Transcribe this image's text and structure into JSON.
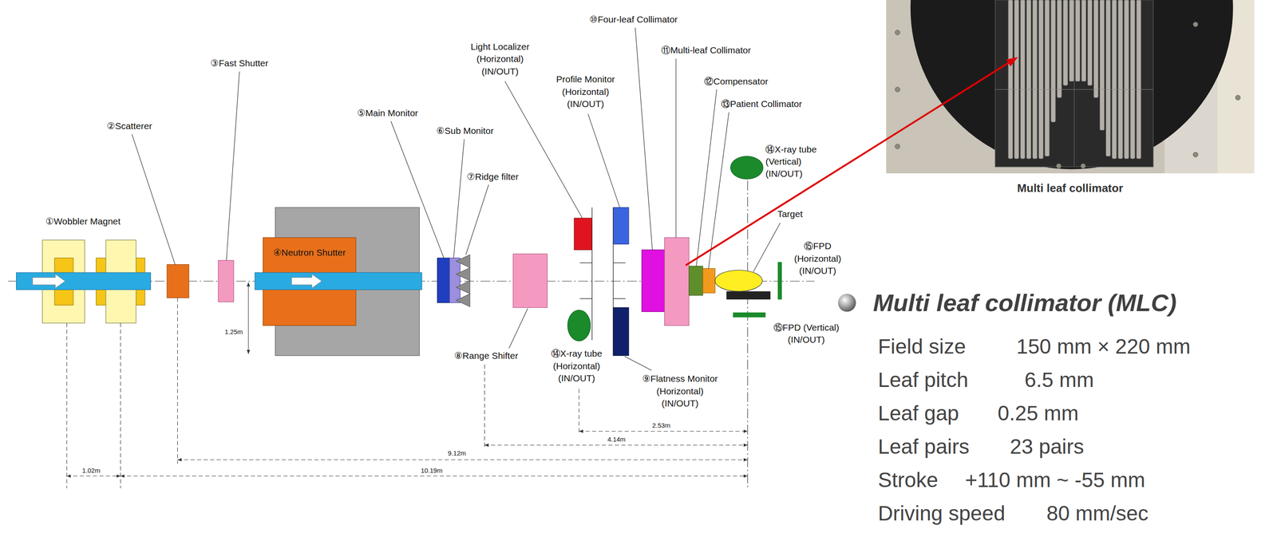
{
  "diagram": {
    "nodes": [
      {
        "text": [
          "④Neutron Shutter"
        ]
      },
      {
        "text": [
          "Multi leaf collimator"
        ]
      }
    ],
    "labels": [
      "①Wobbler Magnet",
      "②Scatterer",
      "③Fast Shutter",
      "⑤Main Monitor",
      "⑥Sub Monitor",
      "⑦Ridge filter",
      "⑧Range Shifter",
      "Light Localizer (Horizontal) (IN/OUT)",
      "Profile Monitor (Horizontal) (IN/OUT)",
      "⑩Four-leaf Collimator",
      "⑪Multi-leaf Collimator",
      "⑫Compensator",
      "⑬Patient Collimator",
      "⑭X-ray tube (Vertical) (IN/OUT)",
      "Target",
      "⑮FPD (Horizontal) (IN/OUT)",
      "⑮FPD (Vertical) (IN/OUT)",
      "⑭X-ray tube (Horizontal) (IN/OUT)",
      "⑨Flatness Monitor (Horizontal) (IN/OUT)",
      "1.25m",
      "2.53m",
      "4.14m",
      "9.12m",
      "10.19m",
      "1.02m",
      "Multi leaf collimator (MLC)",
      "Field size",
      "150 mm × 220 mm",
      "Leaf pitch",
      "6.5 mm",
      "Leaf gap",
      "0.25 mm",
      "Leaf pairs",
      "23 pairs",
      "Stroke",
      "+110 mm ~ -55 mm",
      "Driving speed",
      "80 mm/sec"
    ]
  }
}
